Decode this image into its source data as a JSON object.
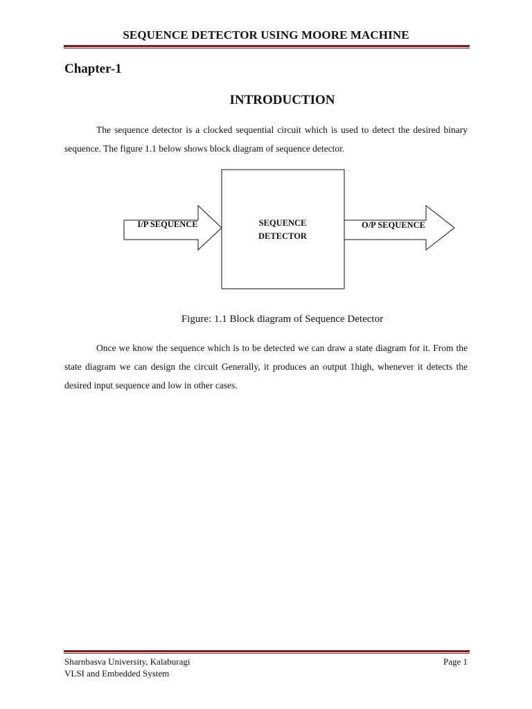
{
  "header": {
    "title": "SEQUENCE DETECTOR USING MOORE MACHINE"
  },
  "chapter_label": "Chapter-1",
  "section_title": "INTRODUCTION",
  "paragraphs": [
    "The sequence detector is a clocked sequential circuit which is used to detect the desired binary sequence. The figure 1.1 below shows block diagram of sequence detector.",
    "Once we know the sequence which is to be detected we can draw a state diagram for it. From the state diagram we can design the circuit Generally, it produces an output 1high, whenever it detects the desired input sequence and low in other cases."
  ],
  "figure": {
    "input_label": "I/P SEQUENCE",
    "block_label_line1": "SEQUENCE",
    "block_label_line2": "DETECTOR",
    "output_label": "O/P SEQUENCE",
    "caption": "Figure: 1.1 Block diagram of Sequence Detector"
  },
  "footer": {
    "institution": "Sharnbasva University, Kalaburagi",
    "department": "VLSI and Embedded System",
    "page_label": "Page 1"
  },
  "colors": {
    "rule": "#7a1f1f",
    "text": "#111111"
  }
}
